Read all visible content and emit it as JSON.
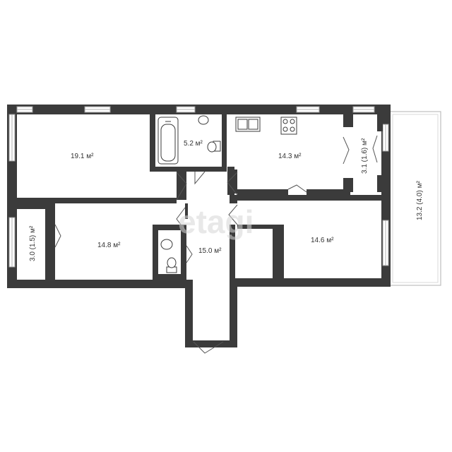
{
  "rooms": [
    {
      "id": "room-1",
      "label": "19.1 м²"
    },
    {
      "id": "bathroom",
      "label": "5.2 м²"
    },
    {
      "id": "kitchen",
      "label": "14.3 м²"
    },
    {
      "id": "loggia-right-small",
      "label": "3.1 (1.6) м²"
    },
    {
      "id": "balcony-long",
      "label": "13.2 (4.0) м²"
    },
    {
      "id": "loggia-left",
      "label": "3.0 (1.5) м²"
    },
    {
      "id": "room-2",
      "label": "14.8 м²"
    },
    {
      "id": "hallway",
      "label": "15.0 м²"
    },
    {
      "id": "room-3",
      "label": "14.6 м²"
    }
  ],
  "watermark": "etagi"
}
